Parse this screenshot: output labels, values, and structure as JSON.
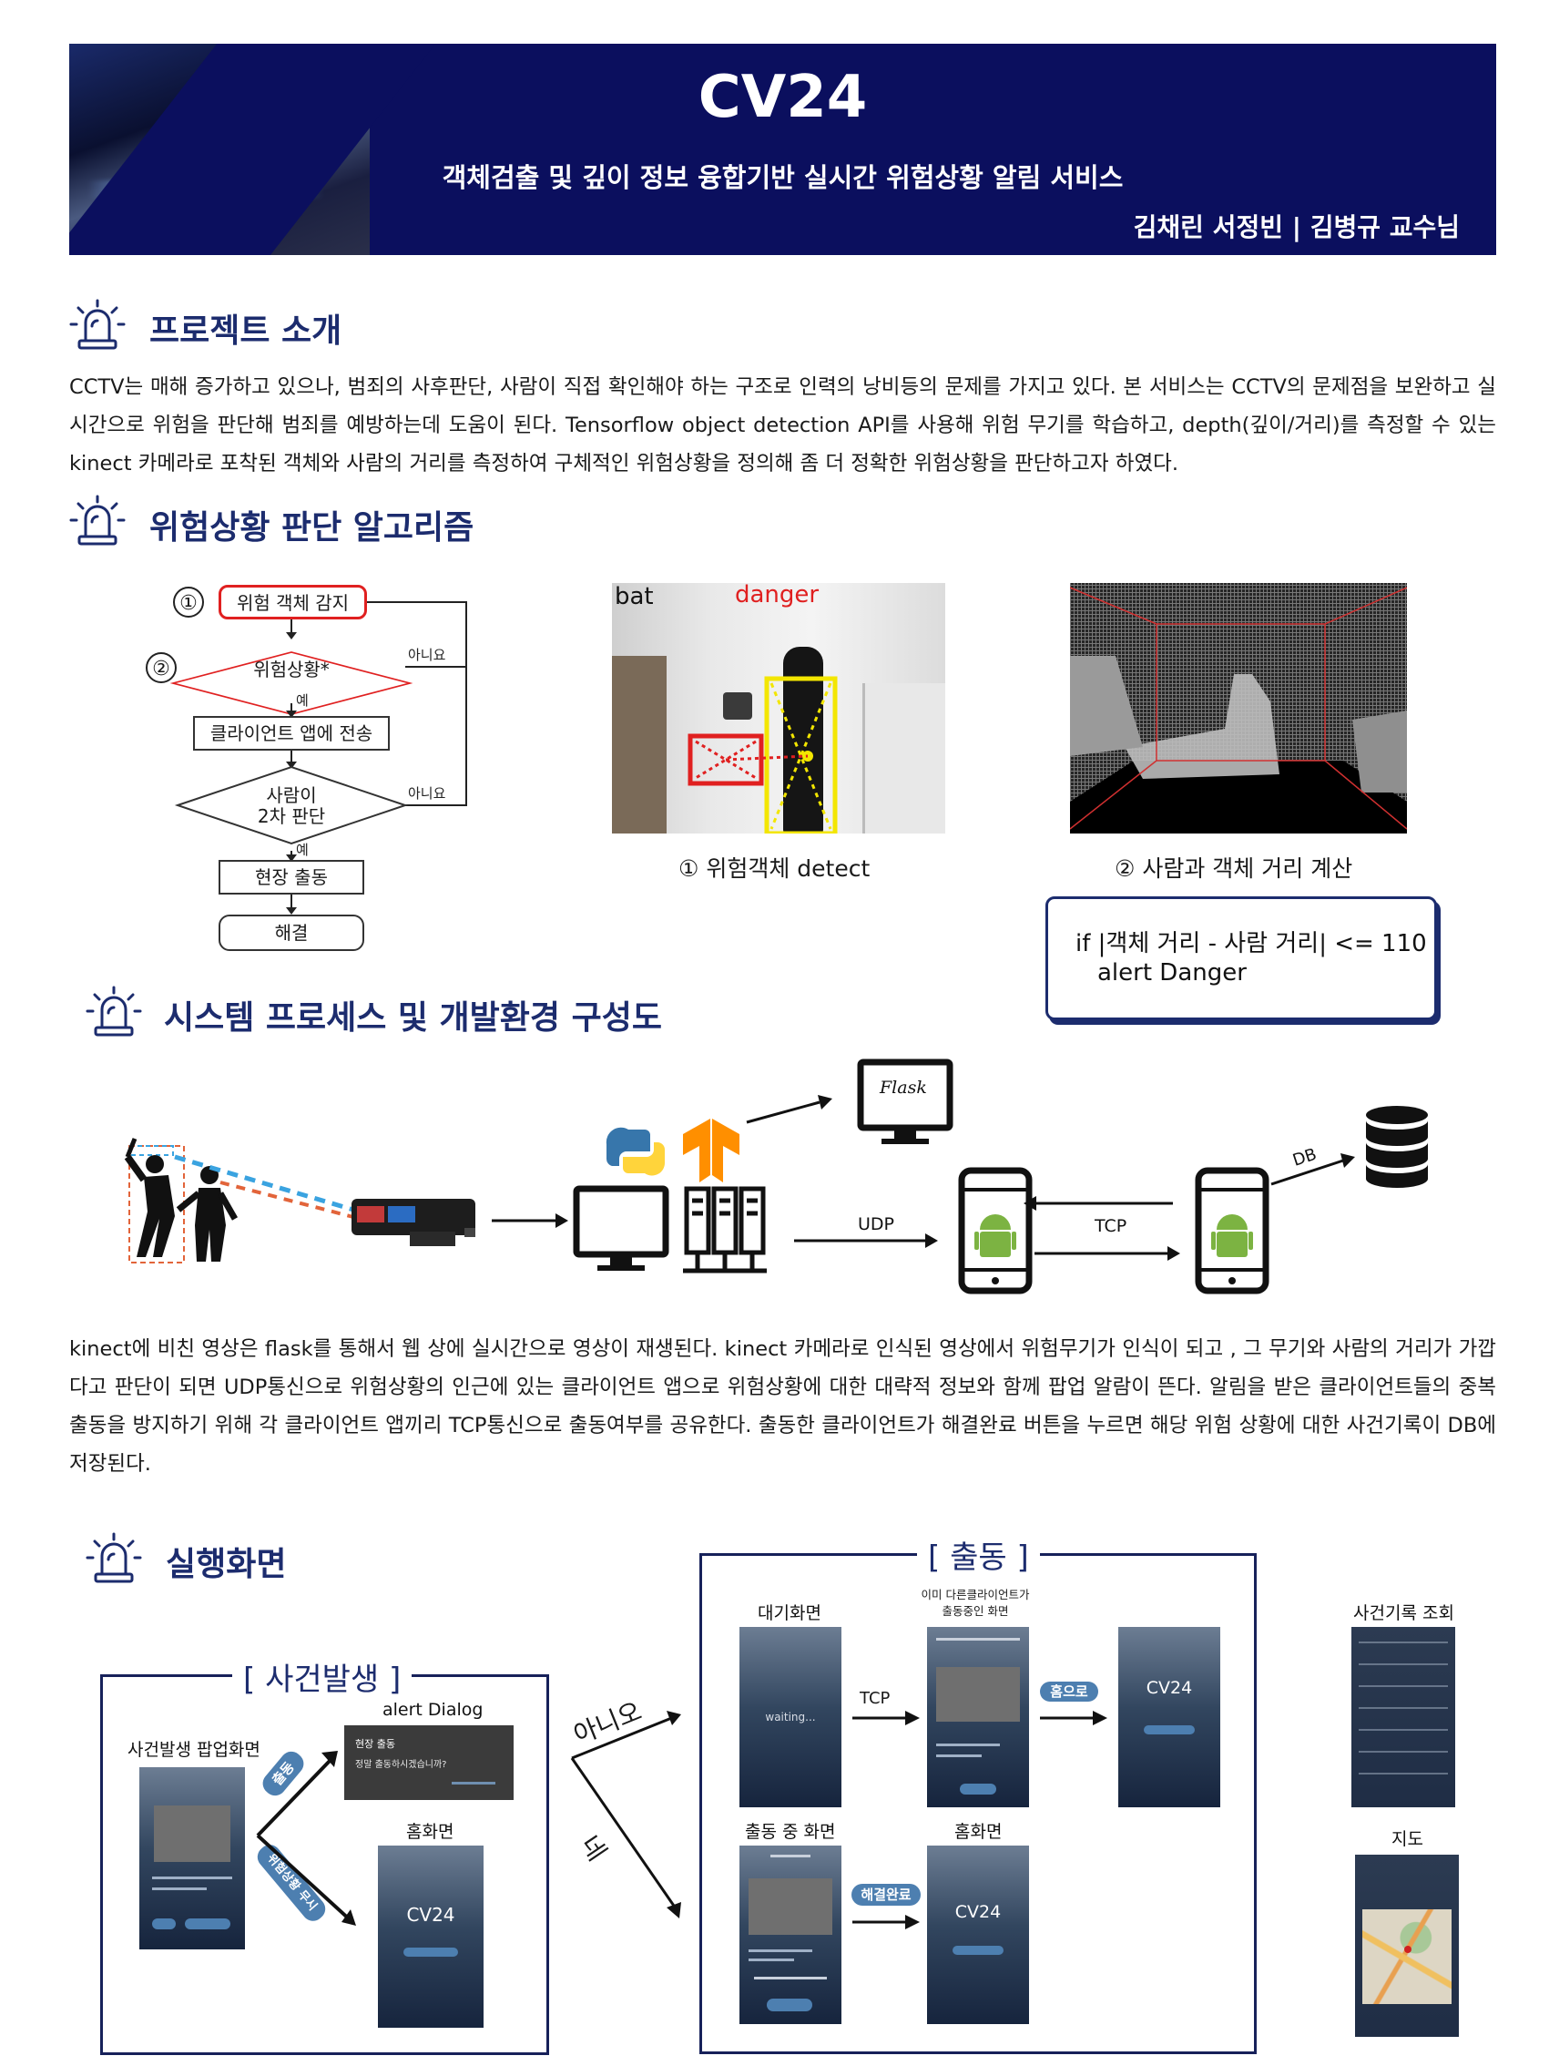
{
  "header": {
    "title": "CV24",
    "subtitle": "객체검출 및 깊이 정보 융합기반 실시간 위험상황 알림 서비스",
    "authors": "김채린 서정빈 | 김병규 교수님"
  },
  "sections": {
    "intro": {
      "title": "프로젝트 소개",
      "text": "CCTV는 매해 증가하고 있으나, 범죄의 사후판단, 사람이 직접 확인해야 하는 구조로 인력의 낭비등의 문제를 가지고 있다.  본 서비스는 CCTV의 문제점을 보완하고 실시간으로 위험을 판단해 범죄를 예방하는데 도움이 된다. Tensorflow object detection API를 사용해 위험 무기를 학습하고, depth(깊이/거리)를 측정할  수 있는 kinect 카메라로 포착된 객체와 사람의 거리를 측정하여 구체적인 위험상황을 정의해 좀 더 정확한 위험상황을 판단하고자 하였다."
    },
    "algorithm": {
      "title": "위험상황 판단 알고리즘",
      "flow": {
        "step1_num": "①",
        "step2_num": "②",
        "detect": "위험 객체 감지",
        "danger": "위험상황*",
        "send": "클라이언트 앱에 전송",
        "person_l1": "사람이",
        "person_l2": "2차 판단",
        "dispatch": "현장 출동",
        "resolve": "해결",
        "yes": "예",
        "no": "아니요"
      },
      "detect_image": {
        "label_bat": "bat",
        "label_danger": "danger",
        "caption": "① 위험객체 detect"
      },
      "depth_image": {
        "caption": "② 사람과 객체 거리 계산"
      },
      "code": {
        "line1": "if |객체 거리 - 사람 거리| <= 110",
        "line2": "alert Danger"
      }
    },
    "system": {
      "title": "시스템 프로세스 및 개발환경 구성도",
      "flask": "Flask",
      "udp": "UDP",
      "tcp": "TCP",
      "db": "DB",
      "text": "kinect에 비친 영상은 flask를 통해서 웹 상에 실시간으로 영상이 재생된다. kinect 카메라로 인식된 영상에서 위험무기가 인식이 되고 , 그 무기와 사람의 거리가 가깝다고 판단이 되면 UDP통신으로 위험상황의 인근에 있는 클라이언트 앱으로 위험상황에 대한 대략적 정보와 함께 팝업 알람이 뜬다.  알림을 받은 클라이언트들의 중복 출동을 방지하기 위해 각 클라이언트 앱끼리 TCP통신으로 출동여부를 공유한다.  출동한 클라이언트가 해결완료 버튼을 누르면 해당 위험 상황에 대한 사건기록이 DB에 저장된다."
    },
    "screens": {
      "title": "실행화면",
      "incident": {
        "frame_title": "[ 사건발생 ]",
        "popup_title": "사건발생 팝업화면",
        "dialog_title": "alert Dialog",
        "dialog_l1": "현장 출동",
        "dialog_l2": "정말 출동하시겠습니까?",
        "home_title": "홈화면",
        "app_name": "CV24",
        "pill_dispatch": "출동",
        "pill_ignore": "위험상황 무시"
      },
      "branch": {
        "no": "아니오",
        "yes": "네"
      },
      "dispatch": {
        "frame_title": "[ 출동 ]",
        "waiting_title": "대기화면",
        "waiting_text": "waiting...",
        "other_title_l1": "이미 다른클라이언트가",
        "other_title_l2": "출동중인 화면",
        "tcp": "TCP",
        "pill_home": "홈으로",
        "app_name": "CV24",
        "ongoing_title": "출동 중 화면",
        "pill_done": "해결완료",
        "home_title": "홈화면"
      },
      "records": {
        "title": "사건기록 조회",
        "map_title": "지도"
      }
    }
  },
  "colors": {
    "header_bg": "#0b0f5e",
    "accent": "#1c2c6e",
    "danger": "#e02020",
    "android": "#7cb342"
  }
}
